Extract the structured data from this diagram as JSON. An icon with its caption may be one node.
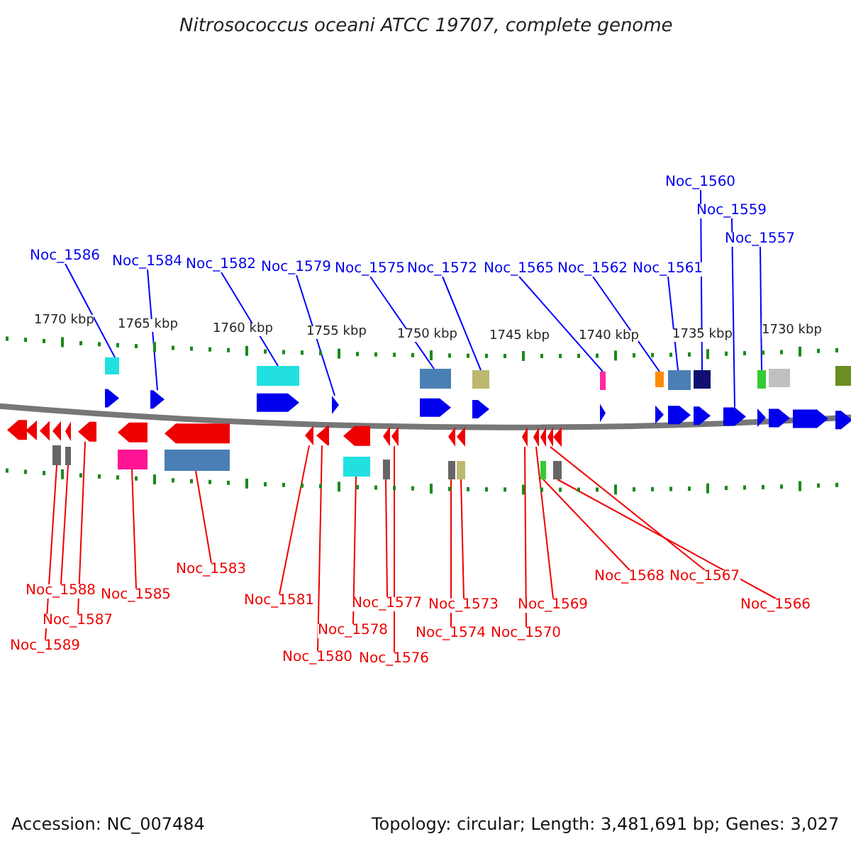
{
  "diagram": {
    "title": "Nitrosococcus oceani ATCC 19707, complete genome",
    "nodes": [
      {
        "text": [
          "Noc_1586"
        ]
      },
      {
        "text": [
          "Noc_1584"
        ]
      },
      {
        "text": [
          "Noc_1582"
        ]
      },
      {
        "text": [
          "Noc_1579"
        ]
      },
      {
        "text": [
          "Noc_1575"
        ]
      },
      {
        "text": [
          "Noc_1572"
        ]
      },
      {
        "text": [
          "Noc_1565"
        ]
      },
      {
        "text": [
          "Noc_1562"
        ]
      },
      {
        "text": [
          "Noc_1561"
        ]
      },
      {
        "text": [
          "Noc_1560"
        ]
      },
      {
        "text": [
          "Noc_1559"
        ]
      },
      {
        "text": [
          "Noc_1557"
        ]
      },
      {
        "text": [
          "Noc_1589"
        ]
      },
      {
        "text": [
          "Noc_1588"
        ]
      },
      {
        "text": [
          "Noc_1587"
        ]
      },
      {
        "text": [
          "Noc_1585"
        ]
      },
      {
        "text": [
          "Noc_1583"
        ]
      },
      {
        "text": [
          "Noc_1581"
        ]
      },
      {
        "text": [
          "Noc_1580"
        ]
      },
      {
        "text": [
          "Noc_1578"
        ]
      },
      {
        "text": [
          "Noc_1577"
        ]
      },
      {
        "text": [
          "Noc_1576"
        ]
      },
      {
        "text": [
          "Noc_1574"
        ]
      },
      {
        "text": [
          "Noc_1573"
        ]
      },
      {
        "text": [
          "Noc_1570"
        ]
      },
      {
        "text": [
          "Noc_1569"
        ]
      },
      {
        "text": [
          "Noc_1568"
        ]
      },
      {
        "text": [
          "Noc_1567"
        ]
      },
      {
        "text": [
          "Noc_1566"
        ]
      },
      {
        "text": [],
        "shape": "arrow"
      },
      {
        "text": [],
        "shape": "arrow"
      },
      {
        "text": [],
        "shape": "arrow"
      },
      {
        "text": [],
        "shape": "arrow"
      },
      {
        "text": [],
        "shape": "arrow"
      },
      {
        "text": [],
        "shape": "arrow"
      },
      {
        "text": [],
        "shape": "arrow"
      },
      {
        "text": [],
        "shape": "arrow"
      },
      {
        "text": [],
        "shape": "arrow"
      },
      {
        "text": [],
        "shape": "arrow"
      },
      {
        "text": [],
        "shape": "arrow"
      },
      {
        "text": [],
        "shape": "arrow"
      },
      {
        "text": [],
        "shape": "arrow"
      },
      {
        "text": [],
        "shape": "arrow"
      },
      {
        "text": [],
        "shape": "arrow"
      },
      {
        "text": [],
        "shape": "arrow"
      },
      {
        "text": [],
        "shape": "arrow"
      },
      {
        "text": [],
        "shape": "arrow"
      },
      {
        "text": [],
        "shape": "arrow"
      },
      {
        "text": [],
        "shape": "arrow"
      },
      {
        "text": [],
        "shape": "arrow"
      },
      {
        "text": [],
        "shape": "arrow"
      },
      {
        "text": [],
        "shape": "arrow"
      },
      {
        "text": [],
        "shape": "arrow"
      },
      {
        "text": [],
        "shape": "arrow"
      },
      {
        "text": [],
        "shape": "arrow"
      },
      {
        "text": [],
        "shape": "arrow"
      },
      {
        "text": [],
        "shape": "arrow"
      },
      {
        "text": [],
        "shape": "arrow"
      },
      {
        "text": [],
        "shape": "arrow"
      },
      {
        "text": [],
        "shape": "arrow"
      },
      {
        "text": [],
        "shape": "arrow"
      },
      {
        "text": [],
        "shape": "arrow"
      },
      {
        "text": [],
        "shape": "arrow"
      },
      {
        "text": [],
        "shape": "arrow"
      }
    ],
    "edges": [
      {
        "from": 0,
        "to": 29,
        "arrow": "none",
        "color": "#0000ff"
      },
      {
        "from": 1,
        "to": 30,
        "arrow": "none",
        "color": "#0000ff"
      },
      {
        "from": 2,
        "to": 31,
        "arrow": "none",
        "color": "#0000ff"
      },
      {
        "from": 3,
        "to": 32,
        "arrow": "none",
        "color": "#0000ff"
      },
      {
        "from": 4,
        "to": 33,
        "arrow": "none",
        "color": "#0000ff"
      },
      {
        "from": 5,
        "to": 34,
        "arrow": "none",
        "color": "#0000ff"
      },
      {
        "from": 6,
        "to": 35,
        "arrow": "none",
        "color": "#0000ff"
      },
      {
        "from": 7,
        "to": 36,
        "arrow": "none",
        "color": "#0000ff"
      },
      {
        "from": 8,
        "to": 37,
        "arrow": "none",
        "color": "#0000ff"
      },
      {
        "from": 9,
        "to": 38,
        "arrow": "none",
        "color": "#0000ff"
      },
      {
        "from": 10,
        "to": 39,
        "arrow": "none",
        "color": "#0000ff"
      },
      {
        "from": 11,
        "to": 40,
        "arrow": "none",
        "color": "#0000ff"
      },
      {
        "from": 12,
        "to": 41,
        "arrow": "none"
      },
      {
        "from": 13,
        "to": 42,
        "arrow": "none"
      },
      {
        "from": 14,
        "to": 43,
        "arrow": "none"
      },
      {
        "from": 15,
        "to": 44,
        "arrow": "none"
      },
      {
        "from": 16,
        "to": 45,
        "arrow": "none"
      },
      {
        "from": 17,
        "to": 46,
        "arrow": "none"
      },
      {
        "from": 18,
        "to": 47,
        "arrow": "none"
      },
      {
        "from": 19,
        "to": 48,
        "arrow": "none"
      },
      {
        "from": 20,
        "to": 49,
        "arrow": "none"
      },
      {
        "from": 21,
        "to": 50,
        "arrow": "none"
      },
      {
        "from": 22,
        "to": 51,
        "arrow": "none"
      },
      {
        "from": 23,
        "to": 52,
        "arrow": "none"
      },
      {
        "from": 24,
        "to": 53,
        "arrow": "none"
      },
      {
        "from": 25,
        "to": 54,
        "arrow": "none"
      },
      {
        "from": 26,
        "to": 55,
        "arrow": "none"
      },
      {
        "from": 27,
        "to": 56,
        "arrow": "none"
      },
      {
        "from": 28,
        "to": 57,
        "arrow": "none"
      }
    ],
    "labels": [
      "1770 kbp",
      "1765 kbp",
      "1760 kbp",
      "1755 kbp",
      "1750 kbp",
      "1745 kbp",
      "1740 kbp",
      "1735 kbp",
      "1730 kbp",
      "Accession: NC_007484",
      "Topology: circular; Length: 3,481,691 bp; Genes: 3,027"
    ]
  }
}
